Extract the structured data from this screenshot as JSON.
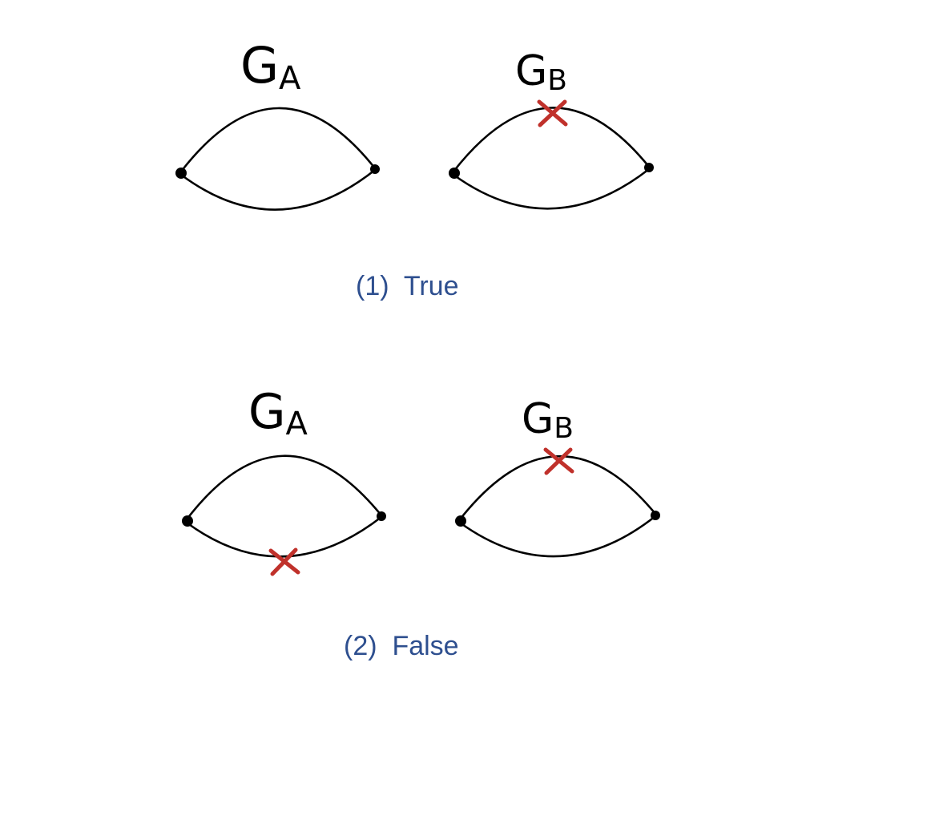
{
  "colors": {
    "stroke": "#000000",
    "cross": "#c0312b",
    "caption": "#2e4f8f"
  },
  "panels": [
    {
      "graph_a": {
        "name": "G",
        "subscript": "A",
        "crossed_edges": []
      },
      "graph_b": {
        "name": "G",
        "subscript": "B",
        "crossed_edges": [
          "upper"
        ]
      },
      "caption": "(1)  True"
    },
    {
      "graph_a": {
        "name": "G",
        "subscript": "A",
        "crossed_edges": [
          "lower"
        ]
      },
      "graph_b": {
        "name": "G",
        "subscript": "B",
        "crossed_edges": [
          "upper"
        ]
      },
      "caption": "(2)  False"
    }
  ]
}
